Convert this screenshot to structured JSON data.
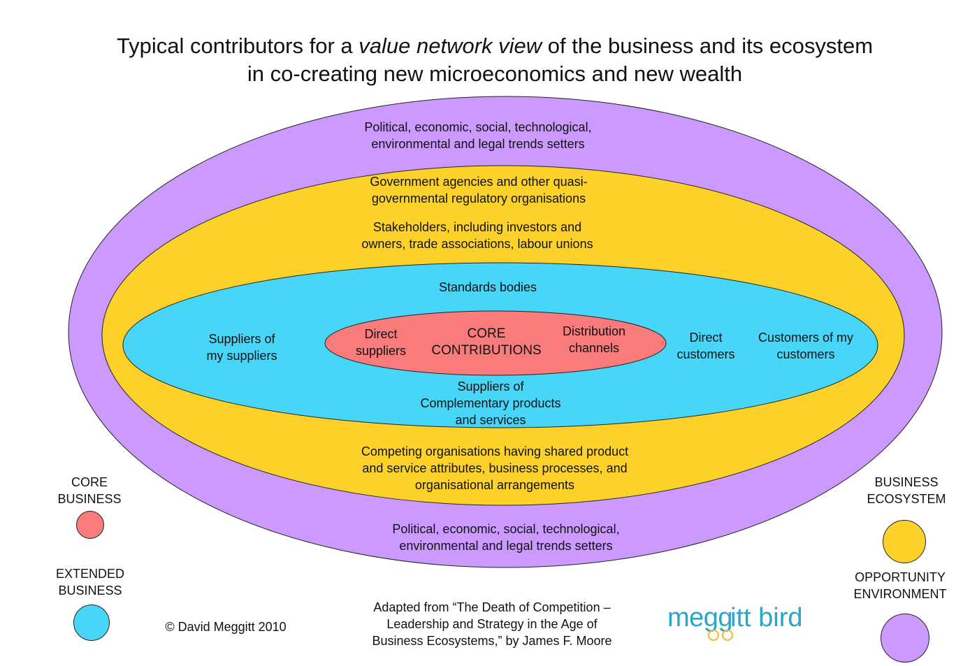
{
  "title": {
    "line1_pre": "Typical contributors for a ",
    "line1_em": "value network view",
    "line1_post": " of the business and its ecosystem",
    "line2": "in co-creating new microeconomics and new wealth"
  },
  "colors": {
    "opportunity": "#cc99ff",
    "ecosystem": "#fcd22a",
    "extended": "#48d6f8",
    "core": "#f97b7b"
  },
  "rings": {
    "opportunity_top": [
      "Political, economic, social, technological,",
      "environmental and legal trends setters"
    ],
    "opportunity_bottom": [
      "Political, economic, social, technological,",
      "environmental and legal trends setters"
    ],
    "government": [
      "Government agencies and other quasi-",
      "governmental regulatory organisations"
    ],
    "stakeholders": [
      "Stakeholders, including investors and",
      "owners, trade associations, labour unions"
    ],
    "competing": [
      "Competing organisations having shared product",
      "and service attributes, business processes, and",
      "organisational arrangements"
    ],
    "standards": "Standards bodies",
    "suppliers_of_suppliers": [
      "Suppliers of",
      "my suppliers"
    ],
    "direct_customers": [
      "Direct",
      "customers"
    ],
    "customers_of_customers": [
      "Customers of my",
      "customers"
    ],
    "complementary": [
      "Suppliers of",
      "Complementary products",
      "and services"
    ],
    "direct_suppliers": [
      "Direct",
      "suppliers"
    ],
    "core": [
      "CORE",
      "CONTRIBUTIONS"
    ],
    "distribution": [
      "Distribution",
      "channels"
    ]
  },
  "legend": {
    "core_business": [
      "CORE",
      "BUSINESS"
    ],
    "extended_business": [
      "EXTENDED",
      "BUSINESS"
    ],
    "business_ecosystem": [
      "BUSINESS",
      "ECOSYSTEM"
    ],
    "opportunity_environment": [
      "OPPORTUNITY",
      "ENVIRONMENT"
    ]
  },
  "footer": {
    "copyright": "© David Meggitt 2010",
    "source": [
      "Adapted from “The Death of Competition –",
      "Leadership and Strategy in the Age of",
      "Business Ecosystems,” by James F. Moore"
    ],
    "logo_text": "meggitt bird"
  }
}
